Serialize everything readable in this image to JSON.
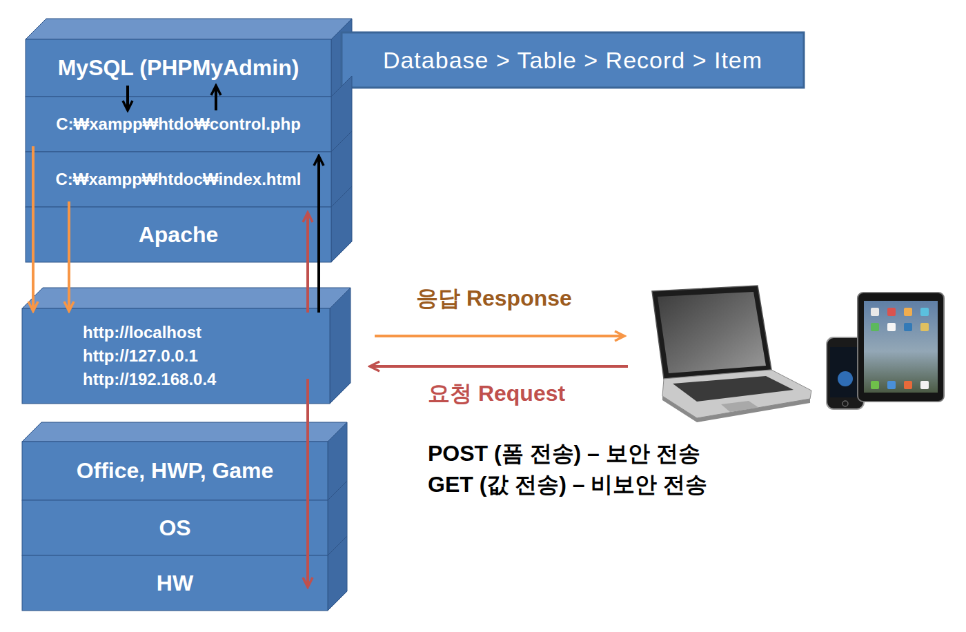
{
  "diagram": {
    "nodes": [
      {
        "text": [
          "MySQL (PHPMyAdmin)"
        ]
      },
      {
        "text": [
          "Database > Table > Record > Item"
        ]
      },
      {
        "text": [
          "C:₩xampp₩htdo₩control.php"
        ]
      },
      {
        "text": [
          "C:₩xampp₩htdoc₩index.html"
        ]
      },
      {
        "text": [
          "Apache"
        ]
      },
      {
        "text": [
          "http://localhost",
          "http://127.0.0.1",
          "http://192.168.0.4"
        ]
      },
      {
        "text": [
          "Office, HWP, Game"
        ]
      },
      {
        "text": [
          "OS"
        ]
      },
      {
        "text": [
          "HW"
        ]
      }
    ],
    "edges": [
      {
        "from": 0,
        "to": 2,
        "arrow": "to"
      },
      {
        "from": 2,
        "to": 0,
        "arrow": "to"
      },
      {
        "from": 2,
        "to": 5,
        "arrow": "to"
      },
      {
        "from": 3,
        "to": 5,
        "arrow": "to"
      },
      {
        "from": 5,
        "to": 2,
        "arrow": "to"
      },
      {
        "from": 5,
        "to": 4,
        "arrow": "to"
      },
      {
        "from": 5,
        "to": 8,
        "arrow": "to"
      }
    ],
    "labels": [
      "응답 Response",
      "요청 Request",
      "POST (폼 전송) – 보안 전송",
      "GET (값 전송) – 비보안 전송"
    ]
  }
}
